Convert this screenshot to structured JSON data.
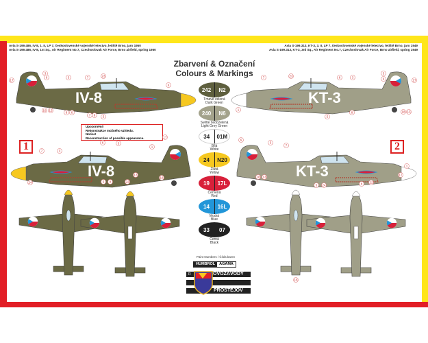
{
  "sheet": {
    "title_cz": "Zbarvení & Označení",
    "title_en": "Colours & Markings",
    "border_colors": {
      "yellow": "#ffe61a",
      "red": "#e21e26"
    }
  },
  "variant1": {
    "marker": "1",
    "caption_cz": "Avia S-199.486, IV-8, 1. II, LP 7, československé vojenské letectvo, letiště Brno, jaro 1950",
    "caption_en": "Avia S-199.486, IV-8, 1st Sq., Air Regiment No.7, Czechoslovak Air Force, Brno airfield, spring 1950",
    "code": "IV-8",
    "base_color": "#6b6a45",
    "spinner_color": "#f6c820",
    "callouts": [
      "17",
      "3",
      "6",
      "3",
      "7",
      "23",
      "6",
      "18",
      "13",
      "8",
      "6",
      "7",
      "8",
      "5",
      "7",
      "3",
      "6",
      "3",
      "17",
      "1",
      "24",
      "5",
      "8",
      "22",
      "13",
      "18"
    ],
    "warning": {
      "line1": "Upozornění!",
      "line2": "Rekonstrukce možného vzhledu.",
      "line3": "Notice!",
      "line4": "Reconstruction of possible appearance."
    }
  },
  "variant2": {
    "marker": "2",
    "caption_cz": "Avia S-199.313, KT-3, 3. II, LP 7, československé vojenské letectvo, letiště Brno, jaro 1949",
    "caption_en": "Avia S-199.313, KT-3, 3rd Sq., Air Regiment No.7, Czechoslovak Air Force, Brno airfield, spring 1949",
    "code": "KT-3",
    "base_color": "#a09f88",
    "spinner_color": "#ffffff",
    "callouts": [
      "17",
      "3",
      "6",
      "23",
      "7",
      "3",
      "6",
      "13",
      "18",
      "8",
      "5",
      "1",
      "6",
      "3",
      "7",
      "13",
      "18",
      "24",
      "5",
      "8",
      "22",
      "1",
      "17",
      "18"
    ]
  },
  "paints": [
    {
      "humbrol": "242",
      "agama": "N2",
      "cz": "Tmavě zelená",
      "en": "Dark Green",
      "color": "#5e5f3e",
      "text": "#fff"
    },
    {
      "humbrol": "240",
      "agama": "N6",
      "cz": "Světle šedozelená",
      "en": "Light Grey Green",
      "color": "#a3a28b",
      "text": "#fff"
    },
    {
      "humbrol": "34",
      "agama": "01M",
      "cz": "Bílá",
      "en": "White",
      "color": "#ffffff",
      "text": "#222"
    },
    {
      "humbrol": "24",
      "agama": "N20",
      "cz": "Žlutá",
      "en": "Yellow",
      "color": "#f6c820",
      "text": "#222"
    },
    {
      "humbrol": "19",
      "agama": "17L",
      "cz": "Červená",
      "en": "Red",
      "color": "#d8203a",
      "text": "#fff"
    },
    {
      "humbrol": "14",
      "agama": "16L",
      "cz": "Modrá",
      "en": "Blue",
      "color": "#2296d8",
      "text": "#fff"
    },
    {
      "humbrol": "33",
      "agama": "07",
      "cz": "Černá",
      "en": "Black",
      "color": "#222222",
      "text": "#fff"
    }
  ],
  "paint_legend": {
    "heading": "Paint Numbers / Čísla barev",
    "brand1": "HUMBROL",
    "brand2": "AGAMA"
  },
  "logo": {
    "prefix": "R",
    "line1": "KOVOZÁVODY",
    "line2": "PROSTĚJOV"
  }
}
